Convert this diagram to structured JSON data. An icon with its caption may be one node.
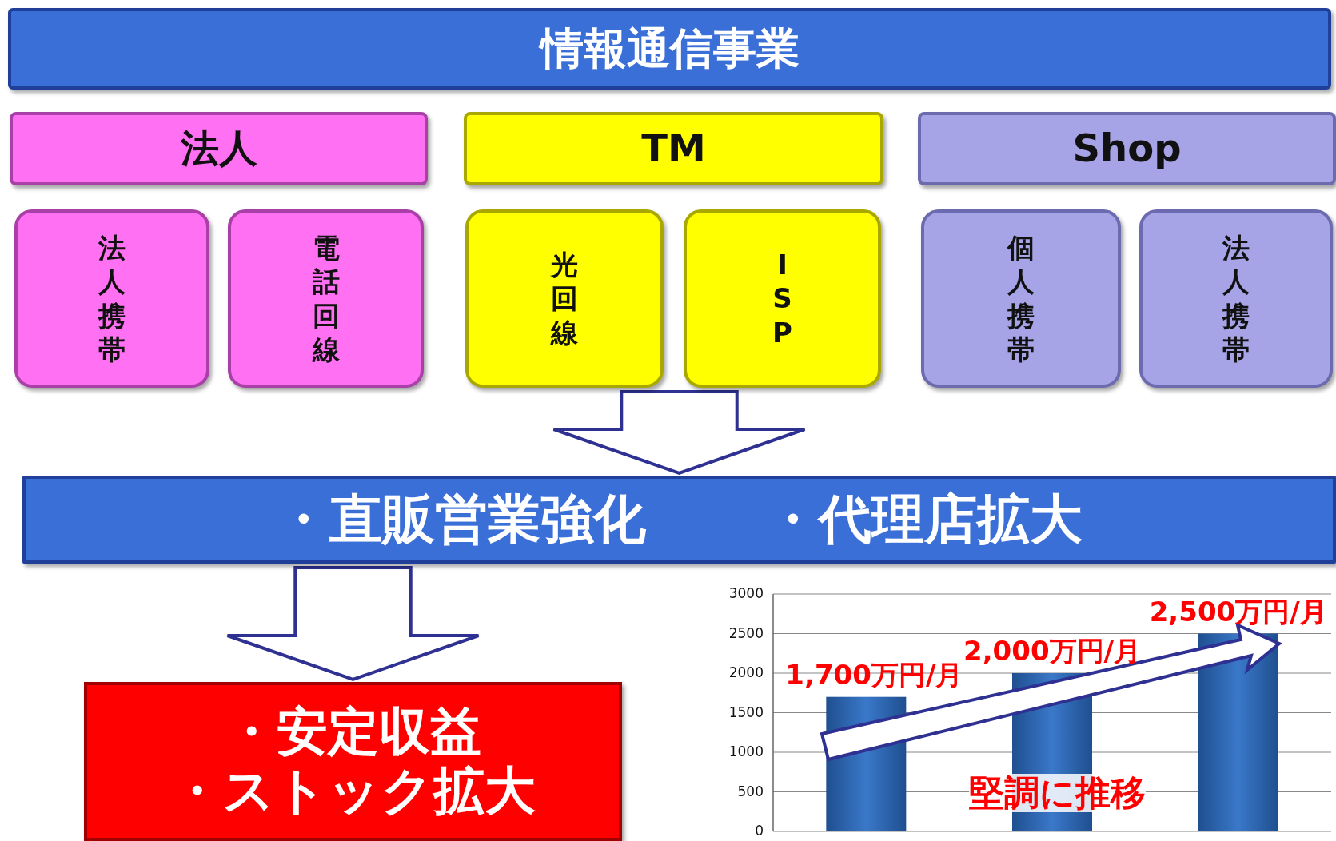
{
  "diagram": {
    "nodes": [
      {
        "text": [
          "情報通信事業"
        ]
      },
      {
        "text": [
          "法人"
        ]
      },
      {
        "text": [
          "TM"
        ]
      },
      {
        "text": [
          "Shop"
        ]
      },
      {
        "text": [
          "法人携帯"
        ]
      },
      {
        "text": [
          "電話回線"
        ]
      },
      {
        "text": [
          "光回線"
        ]
      },
      {
        "text": [
          "ISP"
        ]
      },
      {
        "text": [
          "個人携帯"
        ]
      },
      {
        "text": [
          "法人携帯"
        ]
      },
      {
        "text": [
          "・直販営業強化",
          "・代理店拡大"
        ]
      },
      {
        "text": [
          "・安定収益",
          "・ストック拡大"
        ]
      }
    ],
    "edges": [
      {
        "from": null,
        "to": 10,
        "arrow": "to"
      },
      {
        "from": 10,
        "to": 11,
        "arrow": "to"
      }
    ],
    "chart_data": {
      "type": "bar",
      "series": [
        {
          "color": "#3a78c9",
          "values": [
            1700,
            2000,
            2500
          ]
        }
      ],
      "ylim": [
        0,
        3000
      ],
      "grid": true,
      "yticks": [
        0,
        500,
        1000,
        1500,
        2000,
        2500,
        3000
      ],
      "value_labels": [
        "1,700万円/月",
        "2,000万円/月",
        "2,500万円/月"
      ],
      "annotations": [
        "堅調に推移"
      ]
    }
  }
}
